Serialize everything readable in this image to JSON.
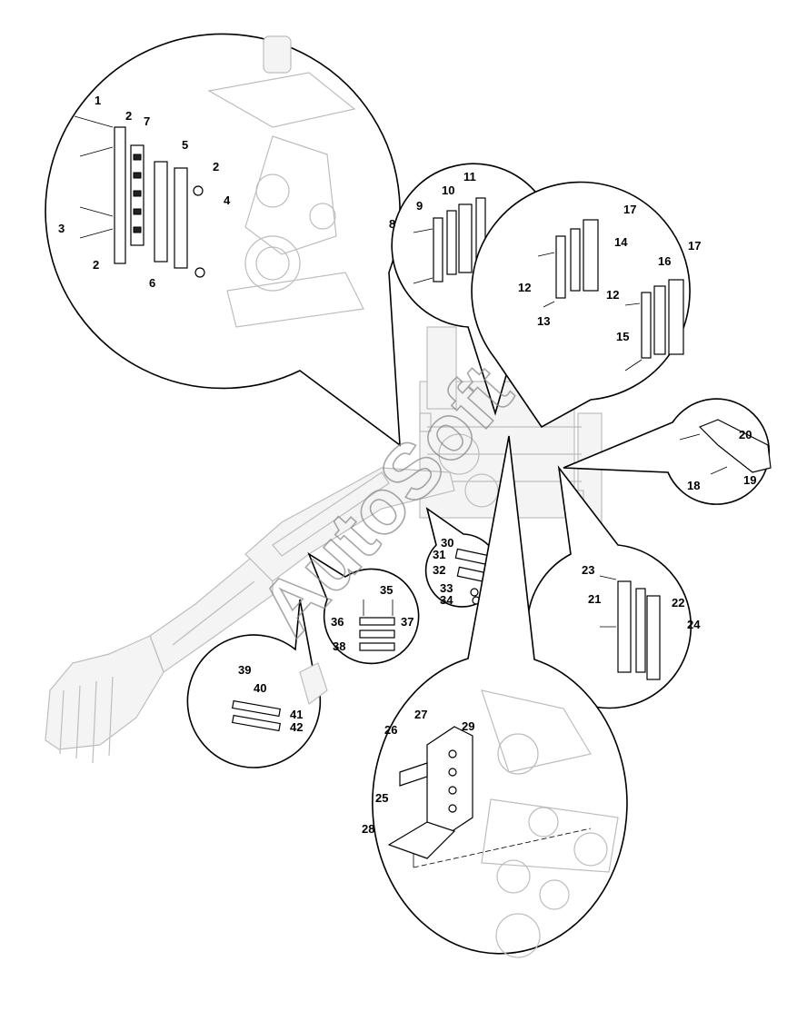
{
  "watermark": "AutoSoft",
  "callouts": [
    {
      "id": "c1",
      "label": "1"
    },
    {
      "id": "c2a",
      "label": "2"
    },
    {
      "id": "c7",
      "label": "7"
    },
    {
      "id": "c5",
      "label": "5"
    },
    {
      "id": "c2b",
      "label": "2"
    },
    {
      "id": "c4",
      "label": "4"
    },
    {
      "id": "c3",
      "label": "3"
    },
    {
      "id": "c2c",
      "label": "2"
    },
    {
      "id": "c6",
      "label": "6"
    },
    {
      "id": "c8",
      "label": "8"
    },
    {
      "id": "c9",
      "label": "9"
    },
    {
      "id": "c10",
      "label": "10"
    },
    {
      "id": "c11",
      "label": "11"
    },
    {
      "id": "c17a",
      "label": "17"
    },
    {
      "id": "c14",
      "label": "14"
    },
    {
      "id": "c17b",
      "label": "17"
    },
    {
      "id": "c16",
      "label": "16"
    },
    {
      "id": "c12a",
      "label": "12"
    },
    {
      "id": "c12b",
      "label": "12"
    },
    {
      "id": "c13",
      "label": "13"
    },
    {
      "id": "c15",
      "label": "15"
    },
    {
      "id": "c20",
      "label": "20"
    },
    {
      "id": "c18",
      "label": "18"
    },
    {
      "id": "c19",
      "label": "19"
    },
    {
      "id": "c30",
      "label": "30"
    },
    {
      "id": "c31",
      "label": "31"
    },
    {
      "id": "c32",
      "label": "32"
    },
    {
      "id": "c33",
      "label": "33"
    },
    {
      "id": "c34",
      "label": "34"
    },
    {
      "id": "c35",
      "label": "35"
    },
    {
      "id": "c36",
      "label": "36"
    },
    {
      "id": "c37",
      "label": "37"
    },
    {
      "id": "c38",
      "label": "38"
    },
    {
      "id": "c23",
      "label": "23"
    },
    {
      "id": "c21",
      "label": "21"
    },
    {
      "id": "c22",
      "label": "22"
    },
    {
      "id": "c24",
      "label": "24"
    },
    {
      "id": "c39",
      "label": "39"
    },
    {
      "id": "c40",
      "label": "40"
    },
    {
      "id": "c41",
      "label": "41"
    },
    {
      "id": "c42",
      "label": "42"
    },
    {
      "id": "c27",
      "label": "27"
    },
    {
      "id": "c29",
      "label": "29"
    },
    {
      "id": "c26",
      "label": "26"
    },
    {
      "id": "c25",
      "label": "25"
    },
    {
      "id": "c28",
      "label": "28"
    }
  ]
}
